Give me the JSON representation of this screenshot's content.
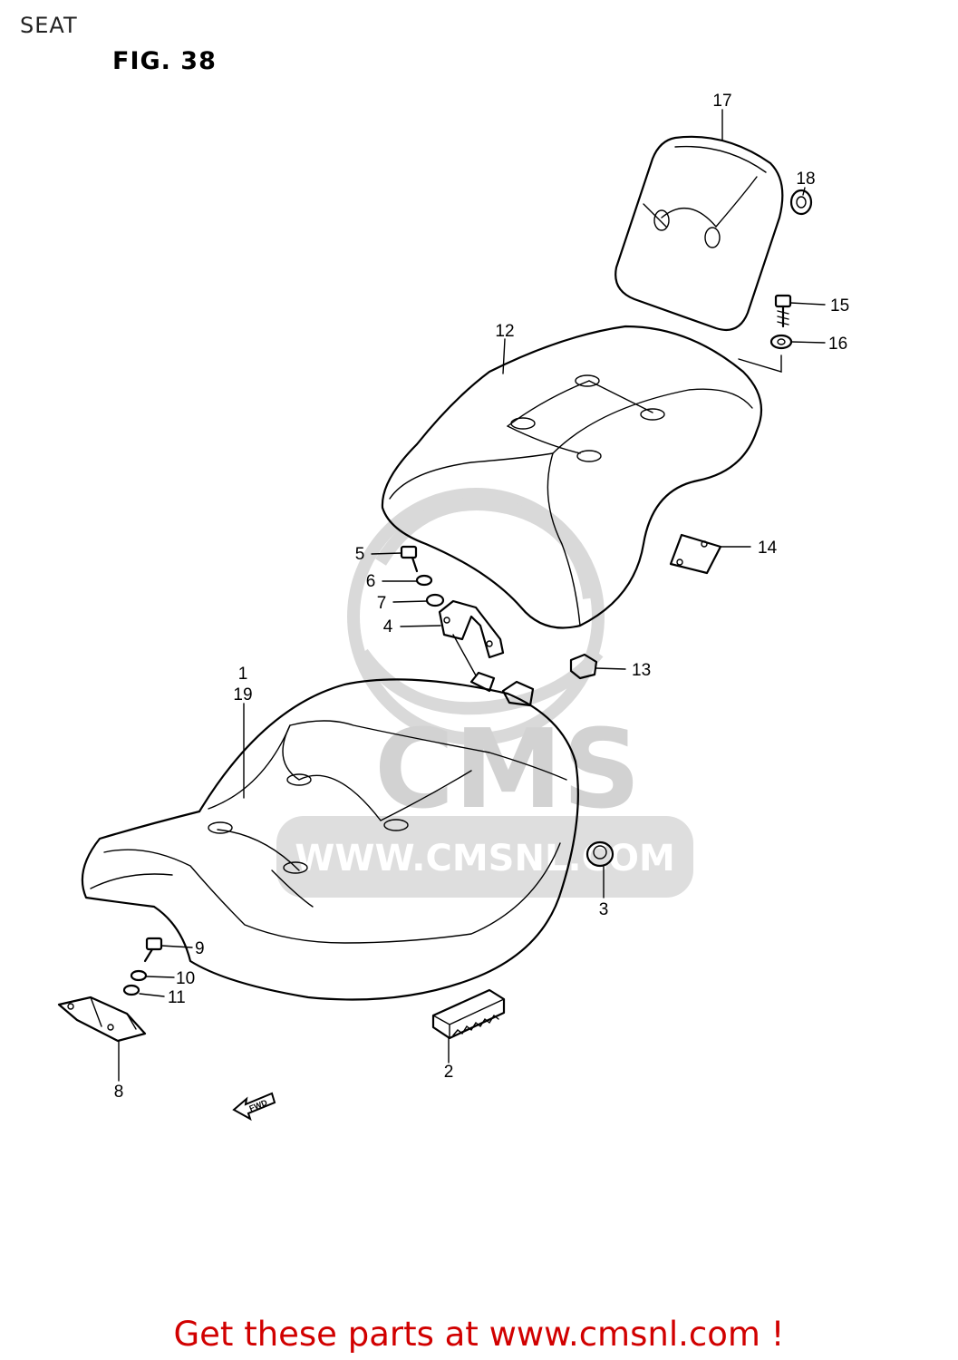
{
  "page": {
    "header": "SEAT",
    "figure": "FIG. 38"
  },
  "watermark": {
    "logo_text": "CMS",
    "url_text": "WWW.CMSNL.COM",
    "color": "#d9d9d9"
  },
  "fwd_label": "FWD",
  "callouts": {
    "c1": "1",
    "c19": "19",
    "c2": "2",
    "c3": "3",
    "c4": "4",
    "c5": "5",
    "c6": "6",
    "c7": "7",
    "c8": "8",
    "c9": "9",
    "c10": "10",
    "c11": "11",
    "c12": "12",
    "c13": "13",
    "c14": "14",
    "c15": "15",
    "c16": "16",
    "c17": "17",
    "c18": "18"
  },
  "footer": {
    "cta": "Get these parts at www.cmsnl.com !",
    "cta_color": "#d10000"
  }
}
